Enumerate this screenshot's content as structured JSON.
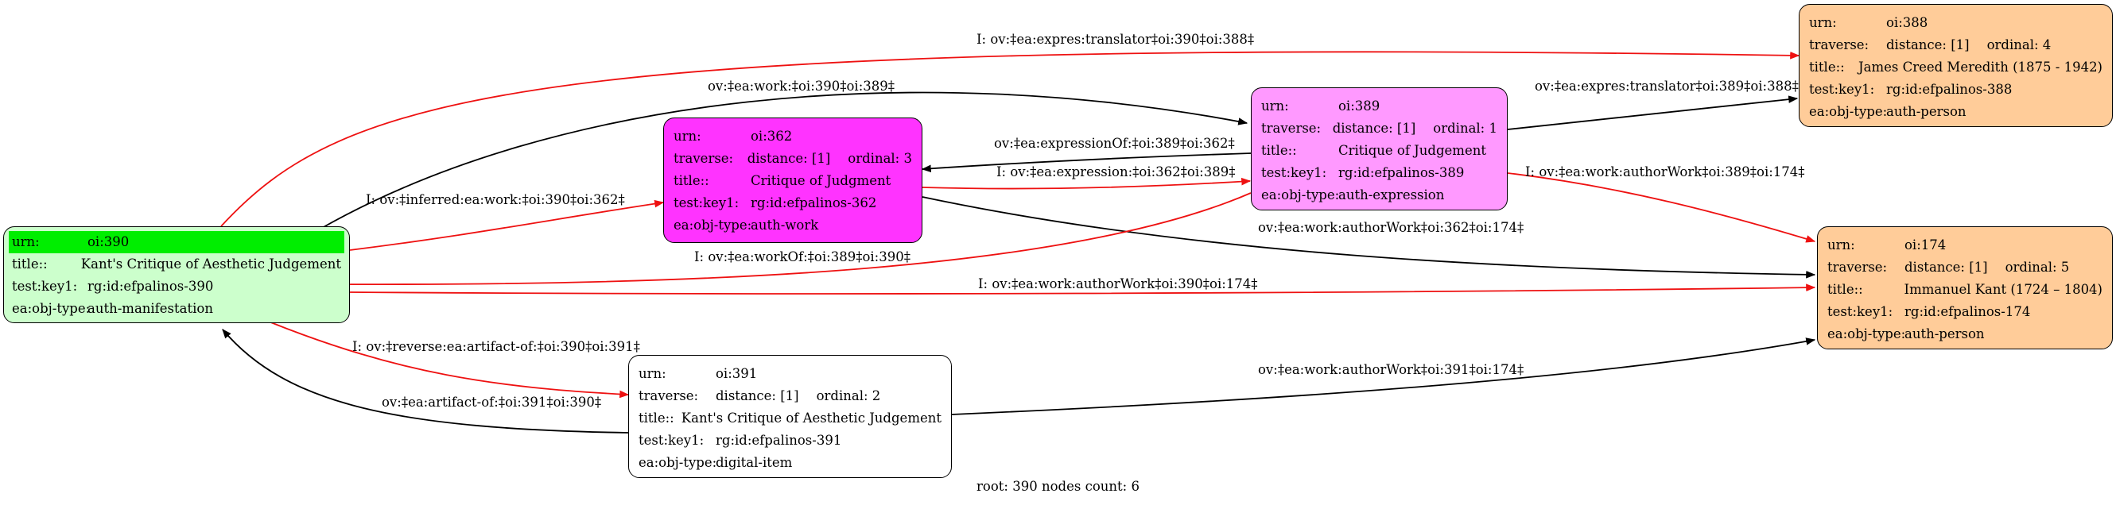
{
  "colors": {
    "red_edge": "#ee1111",
    "black_edge": "#000000",
    "manifestation_fill": "#ccffcc",
    "manifestation_highlight": "#00ee00",
    "work_fill": "#ff33ff",
    "expression_fill": "#ff99ff",
    "person_fill": "#ffcc99",
    "item_fill": "#ffffff"
  },
  "nodes": {
    "n390": {
      "urn_k": "urn:",
      "urn_v": "oi:390",
      "title_k": "title::",
      "title_v": "Kant's Critique of Aesthetic Judgement",
      "key_k": "test:key1:",
      "key_v": "rg:id:efpalinos-390",
      "type_k": "ea:obj-type:",
      "type_v": "auth-manifestation"
    },
    "n362": {
      "urn_k": "urn:",
      "urn_v": "oi:362",
      "trav_k": "traverse:",
      "trav_v": "distance: [1]",
      "ord_v": "ordinal: 3",
      "title_k": "title::",
      "title_v": "Critique of Judgment",
      "key_k": "test:key1:",
      "key_v": "rg:id:efpalinos-362",
      "type_k": "ea:obj-type:",
      "type_v": "auth-work"
    },
    "n389": {
      "urn_k": "urn:",
      "urn_v": "oi:389",
      "trav_k": "traverse:",
      "trav_v": "distance: [1]",
      "ord_v": "ordinal: 1",
      "title_k": "title::",
      "title_v": "Critique of Judgement",
      "key_k": "test:key1:",
      "key_v": "rg:id:efpalinos-389",
      "type_k": "ea:obj-type:",
      "type_v": "auth-expression"
    },
    "n388": {
      "urn_k": "urn:",
      "urn_v": "oi:388",
      "trav_k": "traverse:",
      "trav_v": "distance: [1]",
      "ord_v": "ordinal: 4",
      "title_k": "title::",
      "title_v": "James Creed Meredith (1875 - 1942)",
      "key_k": "test:key1:",
      "key_v": "rg:id:efpalinos-388",
      "type_k": "ea:obj-type:",
      "type_v": "auth-person"
    },
    "n174": {
      "urn_k": "urn:",
      "urn_v": "oi:174",
      "trav_k": "traverse:",
      "trav_v": "distance: [1]",
      "ord_v": "ordinal: 5",
      "title_k": "title::",
      "title_v": "Immanuel Kant (1724 – 1804)",
      "key_k": "test:key1:",
      "key_v": "rg:id:efpalinos-174",
      "type_k": "ea:obj-type:",
      "type_v": "auth-person"
    },
    "n391": {
      "urn_k": "urn:",
      "urn_v": "oi:391",
      "trav_k": "traverse:",
      "trav_v": "distance: [1]",
      "ord_v": "ordinal: 2",
      "title_k": "title::",
      "title_v": "Kant's Critique of Aesthetic Judgement",
      "key_k": "test:key1:",
      "key_v": "rg:id:efpalinos-391",
      "type_k": "ea:obj-type:",
      "type_v": "digital-item"
    }
  },
  "edges": [
    {
      "label": "I: ov:‡ea:expres:translator‡oi:390‡oi:388‡",
      "color": "red"
    },
    {
      "label": "ov:‡ea:work:‡oi:390‡oi:389‡",
      "color": "black"
    },
    {
      "label": "ov:‡ea:expres:translator‡oi:389‡oi:388‡",
      "color": "black"
    },
    {
      "label": "ov:‡ea:expressionOf:‡oi:389‡oi:362‡",
      "color": "black"
    },
    {
      "label": "I: ov:‡ea:expression:‡oi:362‡oi:389‡",
      "color": "red"
    },
    {
      "label": "I: ov:‡inferred:ea:work:‡oi:390‡oi:362‡",
      "color": "red"
    },
    {
      "label": "I: ov:‡ea:work:authorWork‡oi:389‡oi:174‡",
      "color": "red"
    },
    {
      "label": "ov:‡ea:work:authorWork‡oi:362‡oi:174‡",
      "color": "black"
    },
    {
      "label": "I: ov:‡ea:workOf:‡oi:389‡oi:390‡",
      "color": "red"
    },
    {
      "label": "I: ov:‡ea:work:authorWork‡oi:390‡oi:174‡",
      "color": "red"
    },
    {
      "label": "I: ov:‡reverse:ea:artifact-of:‡oi:390‡oi:391‡",
      "color": "red"
    },
    {
      "label": "ov:‡ea:artifact-of:‡oi:391‡oi:390‡",
      "color": "black"
    },
    {
      "label": "ov:‡ea:work:authorWork‡oi:391‡oi:174‡",
      "color": "black"
    }
  ],
  "footer": "root: 390 nodes count: 6"
}
